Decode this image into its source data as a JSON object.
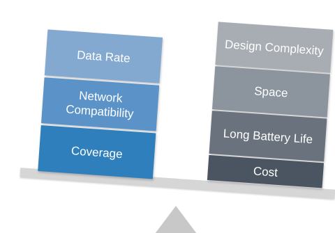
{
  "left_stack": {
    "items": [
      {
        "label": "Data Rate",
        "color": "#84a9d0"
      },
      {
        "label": "Network Compatibility",
        "color": "#5b93c9"
      },
      {
        "label": "Coverage",
        "color": "#2f7fbd"
      }
    ]
  },
  "right_stack": {
    "items": [
      {
        "label": "Design Complexity",
        "color": "#a8adb4"
      },
      {
        "label": "Space",
        "color": "#8c949d"
      },
      {
        "label": "Long Battery Life",
        "color": "#6a737d"
      },
      {
        "label": "Cost",
        "color": "#4b5561"
      }
    ]
  },
  "beam_color": "#d6d6d6",
  "fulcrum_color": "#c8c8c8"
}
